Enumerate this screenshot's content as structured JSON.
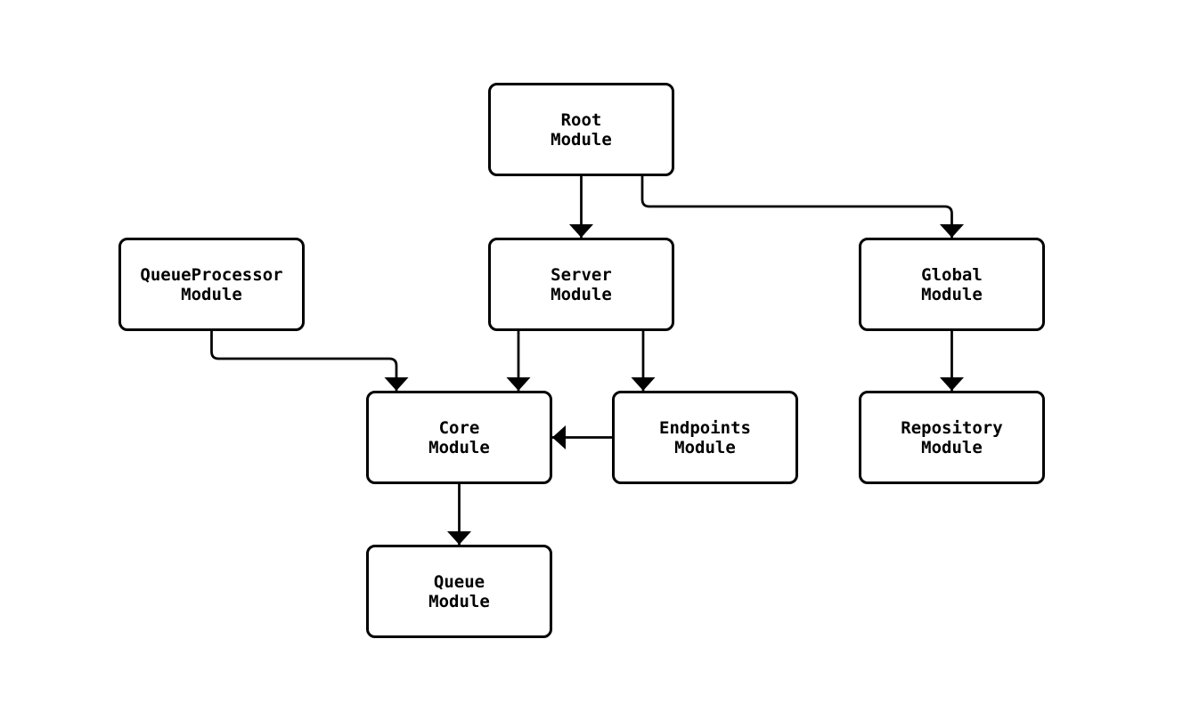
{
  "diagram": {
    "type": "flowchart",
    "direction": "top-down",
    "colors": {
      "background": "#ffffff",
      "node_fill": "#ffffff",
      "node_border": "#000000",
      "edge": "#000000",
      "text": "#000000"
    },
    "nodes": [
      {
        "id": "root",
        "label": "Root\nModule"
      },
      {
        "id": "queueprocessor",
        "label": "QueueProcessor\nModule"
      },
      {
        "id": "server",
        "label": "Server\nModule"
      },
      {
        "id": "global",
        "label": "Global\nModule"
      },
      {
        "id": "core",
        "label": "Core\nModule"
      },
      {
        "id": "endpoints",
        "label": "Endpoints\nModule"
      },
      {
        "id": "repository",
        "label": "Repository\nModule"
      },
      {
        "id": "queue",
        "label": "Queue\nModule"
      }
    ],
    "edges": [
      {
        "from": "root",
        "to": "server",
        "arrow": "filled-triangle"
      },
      {
        "from": "root",
        "to": "global",
        "arrow": "filled-triangle"
      },
      {
        "from": "queueprocessor",
        "to": "core",
        "arrow": "filled-triangle"
      },
      {
        "from": "server",
        "to": "core",
        "arrow": "filled-triangle"
      },
      {
        "from": "server",
        "to": "endpoints",
        "arrow": "filled-triangle"
      },
      {
        "from": "endpoints",
        "to": "core",
        "arrow": "filled-triangle"
      },
      {
        "from": "global",
        "to": "repository",
        "arrow": "filled-triangle"
      },
      {
        "from": "core",
        "to": "queue",
        "arrow": "filled-triangle"
      }
    ]
  }
}
